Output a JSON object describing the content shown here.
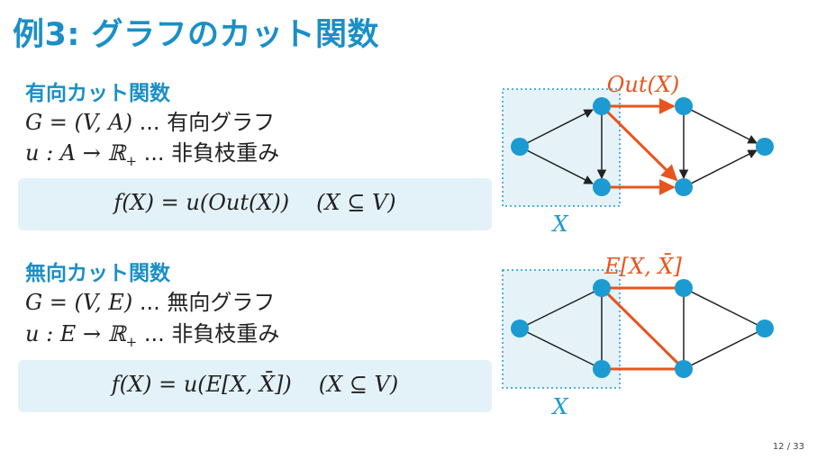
{
  "slide": {
    "title": "例3: グラフのカット関数",
    "page_number": "12 / 33"
  },
  "directed": {
    "heading": "有向カット関数",
    "graph_def": {
      "math": "G = (V, A)",
      "text": " ... 有向グラフ"
    },
    "weight_def": {
      "math": "u : A → ℝ",
      "sub": "+",
      "text": " ... 非負枝重み"
    },
    "formula": {
      "lhs": "f(X) = u(Out(X))",
      "cond": "(X ⊆ V)"
    },
    "figure": {
      "edge_label": "Out(X)",
      "set_label": "X"
    }
  },
  "undirected": {
    "heading": "無向カット関数",
    "graph_def": {
      "math": "G = (V, E)",
      "text": " ... 無向グラフ"
    },
    "weight_def": {
      "math": "u : E → ℝ",
      "sub": "+",
      "text": " ... 非負枝重み"
    },
    "formula": {
      "lhs": "f(X) = u(E[X, X̄])",
      "cond": "(X ⊆ V)"
    },
    "figure": {
      "edge_label": "E[X, X̄]",
      "set_label": "X"
    }
  },
  "colors": {
    "accent": "#1b8fc6",
    "node": "#1b9bd1",
    "cut_edge": "#e8541e",
    "box_bg": "#e3f2f9",
    "region_fill": "#e5f3f9"
  }
}
